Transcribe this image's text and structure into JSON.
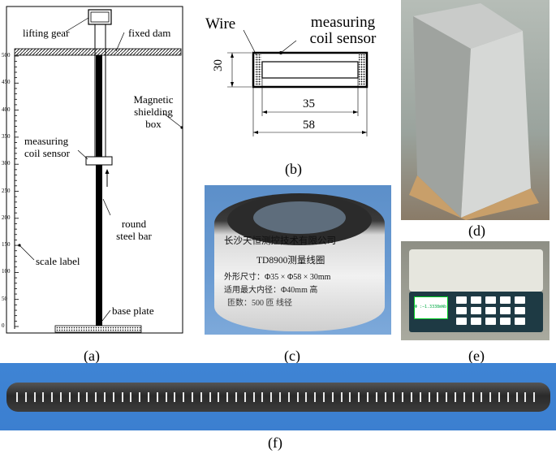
{
  "captions": {
    "a": "(a)",
    "b": "(b)",
    "c": "(c)",
    "d": "(d)",
    "e": "(e)",
    "f": "(f)"
  },
  "panel_a": {
    "lifting_gear": "lifting gear",
    "fixed_dam": "fixed dam",
    "magnetic_box": "Magnetic\nshielding\nbox",
    "coil_sensor": "measuring\ncoil sensor",
    "steel_bar": "round\nsteel bar",
    "scale_label": "scale label",
    "base_plate": "base plate",
    "scale_ticks": [
      "500",
      "450",
      "400",
      "350",
      "300",
      "250",
      "200",
      "150",
      "100",
      "50",
      "0"
    ]
  },
  "panel_b": {
    "wire": "Wire",
    "sensor": "measuring\ncoil sensor",
    "dim_height": "30",
    "dim_inner": "35",
    "dim_outer": "58"
  },
  "panel_c": {
    "company": "长沙天恒测控技术有限公司",
    "model": "TD8900测量线圈",
    "spec_dims": "外形尺寸：Φ35 × Φ58 × 30mm",
    "spec_inner": "适用最大内径：Φ40mm   高",
    "spec_turns": "匝数：500 匝        线径"
  },
  "panel_e": {
    "screen_reading": "Φ :−1.3338mWb"
  }
}
